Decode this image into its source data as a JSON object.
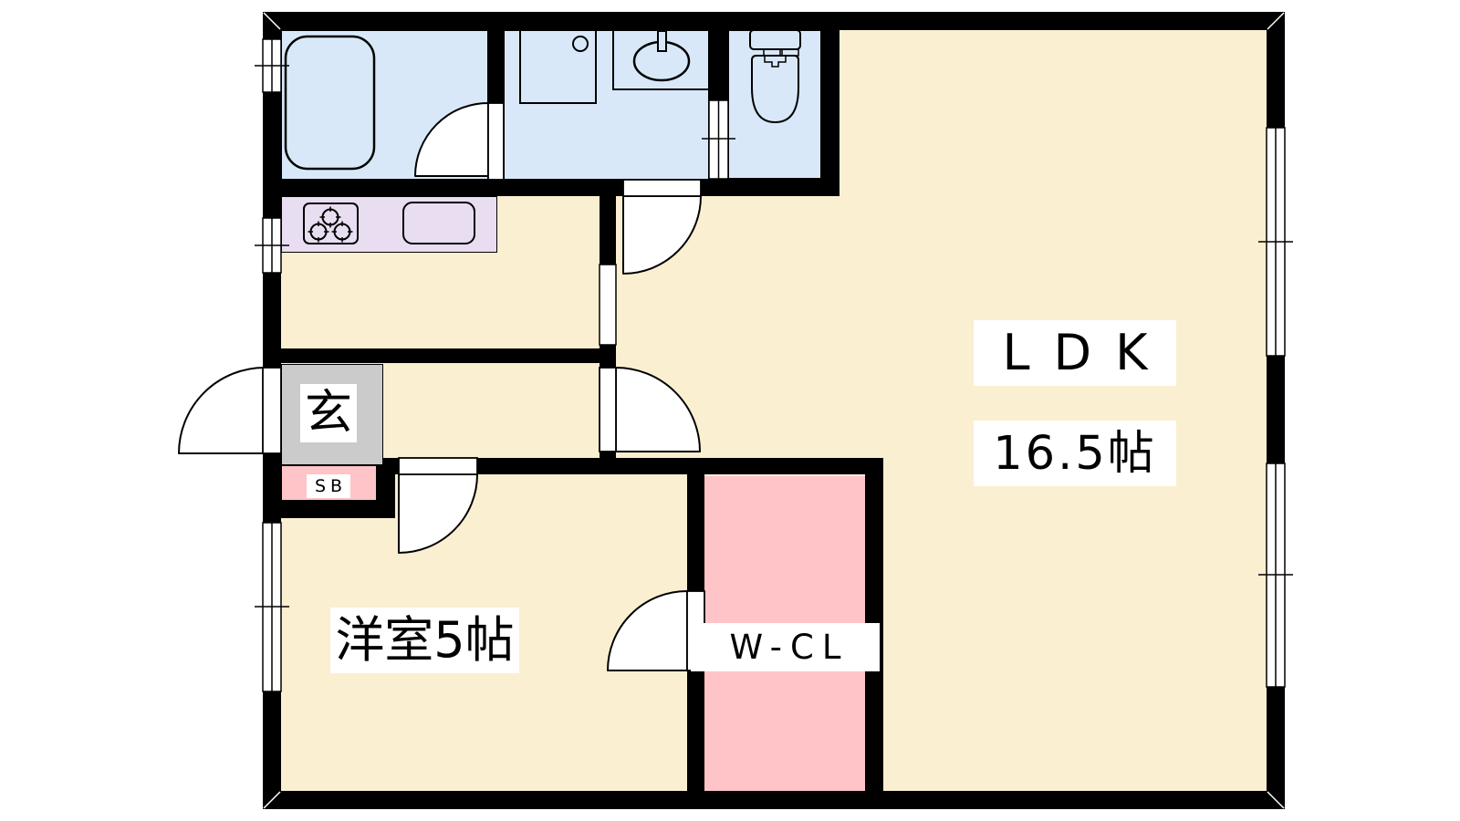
{
  "title": "apartment floor plan",
  "rooms": {
    "ldk": {
      "label": "LDK",
      "size": "16.5帖"
    },
    "western_room": {
      "label": "洋室5帖"
    },
    "walk_in_closet": {
      "label": "W-CL"
    },
    "entrance": {
      "label": "玄"
    },
    "shoe_box": {
      "label": "SB"
    }
  },
  "fixtures": {
    "bathtub": "bathtub",
    "washing_machine_pan": "washing-machine-pan",
    "washbasin": "washbasin",
    "toilet": "toilet",
    "gas_stove": "gas-stove-3-burner",
    "kitchen_sink": "kitchen-sink",
    "windows": "sliding-window",
    "doors": "swing-door"
  },
  "colors": {
    "wall": "#000000",
    "floor_cream": "#FBEFD1",
    "wet_area_blue": "#D8E8F8",
    "kitchen_counter_purple": "#E8DDF1",
    "closet_pink": "#FFC4C8",
    "entrance_gray": "#CBCBCB",
    "label_background": "#FFFFFF"
  }
}
